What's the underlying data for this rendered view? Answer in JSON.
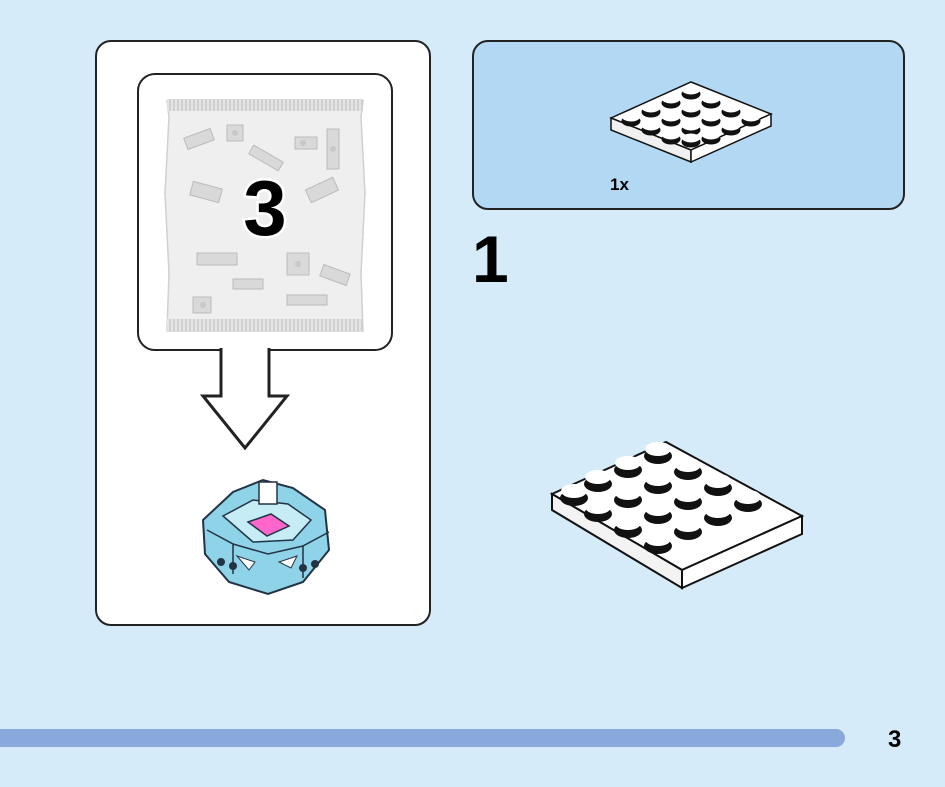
{
  "bag": {
    "number": "3"
  },
  "parts_list": {
    "quantity": "1x"
  },
  "step": {
    "number": "1"
  },
  "page": {
    "number": "3"
  }
}
